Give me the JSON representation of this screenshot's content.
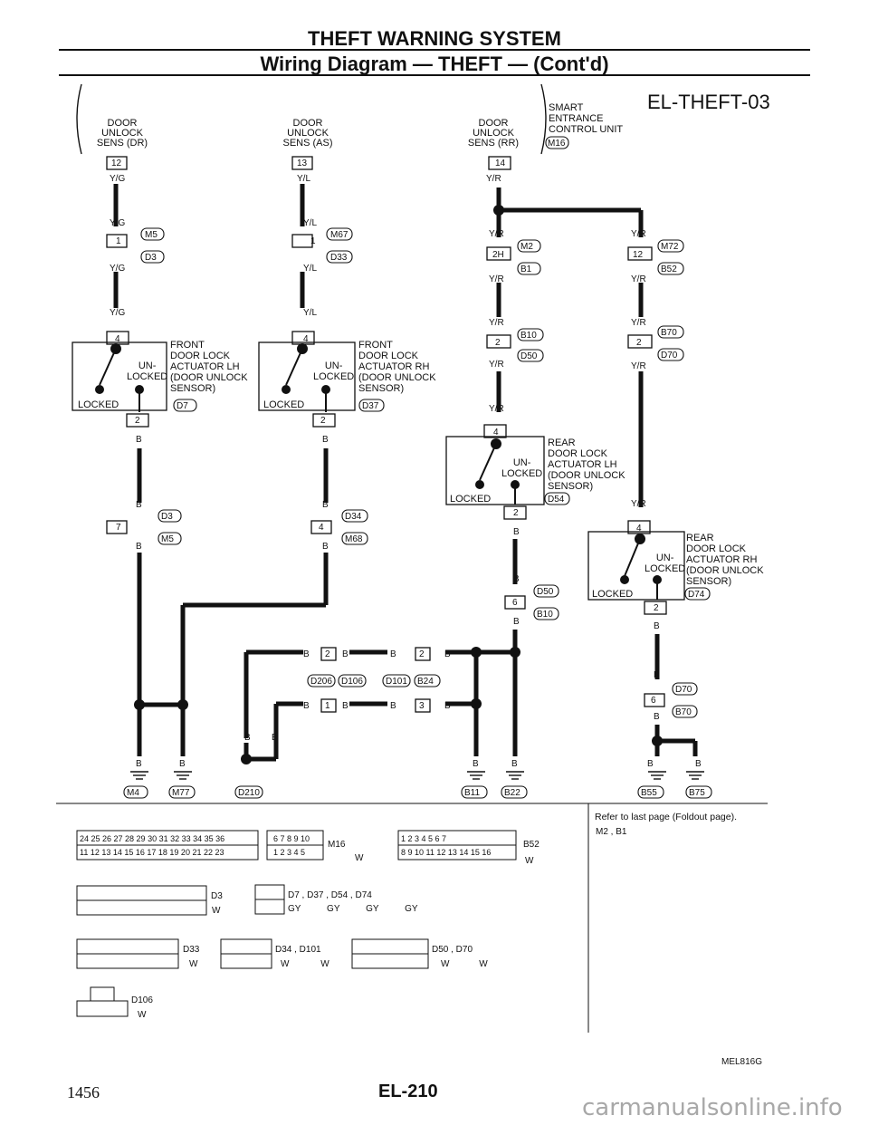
{
  "header": {
    "title": "THEFT WARNING SYSTEM",
    "subtitle": "Wiring Diagram — THEFT — (Cont'd)"
  },
  "diagram_id": "EL-THEFT-03",
  "control_unit": {
    "name": "SMART\nENTRANCE\nCONTROL UNIT",
    "connector": "M16"
  },
  "unit_terminals": [
    {
      "label": "DOOR\nUNLOCK\nSENS (DR)",
      "pin": "12",
      "wire": "Y/G"
    },
    {
      "label": "DOOR\nUNLOCK\nSENS (AS)",
      "pin": "13",
      "wire": "Y/L"
    },
    {
      "label": "DOOR\nUNLOCK\nSENS (RR)",
      "pin": "14",
      "wire": "Y/R"
    }
  ],
  "connectors": {
    "m5": "M5",
    "d3": "D3",
    "m67": "M67",
    "d33": "D33",
    "m2": "M2",
    "b1": "B1",
    "m72": "M72",
    "b52": "B52",
    "b10": "B10",
    "d50": "D50",
    "b70": "B70",
    "d70": "D70",
    "d7": "D7",
    "d37": "D37",
    "d54": "D54",
    "d74": "D74",
    "d34": "D34",
    "m68": "M68",
    "d206": "D206",
    "d106": "D106",
    "d101": "D101",
    "b24": "B24"
  },
  "pins": {
    "p1": "1",
    "p2": "2",
    "p2h": "2H",
    "p3": "3",
    "p4": "4",
    "p6": "6",
    "p7": "7",
    "p12": "12"
  },
  "wires": {
    "yg": "Y/G",
    "yl": "Y/L",
    "yr": "Y/R",
    "b": "B"
  },
  "actuators": [
    {
      "name": "FRONT\nDOOR LOCK\nACTUATOR LH\n(DOOR UNLOCK\nSENSOR)",
      "connector": "D7"
    },
    {
      "name": "FRONT\nDOOR LOCK\nACTUATOR RH\n(DOOR UNLOCK\nSENSOR)",
      "connector": "D37"
    },
    {
      "name": "REAR\nDOOR LOCK\nACTUATOR LH\n(DOOR UNLOCK\nSENSOR)",
      "connector": "D54"
    },
    {
      "name": "REAR\nDOOR LOCK\nACTUATOR RH\n(DOOR UNLOCK\nSENSOR)",
      "connector": "D74"
    }
  ],
  "switch_text": {
    "unlocked": "UN-\nLOCKED",
    "locked": "LOCKED"
  },
  "grounds": [
    "M4",
    "M77",
    "D210",
    "B11",
    "B22",
    "B55",
    "B75"
  ],
  "connector_views": {
    "m16_top": "24 25 26 27 28 29 30 31 32 33 34 35 36",
    "m16_bot": "11 12 13 14 15 16 17 18 19 20 21 22 23",
    "m16_r_top": "6 7 8 9 10",
    "m16_r_bot": "1 2 3 4 5",
    "b52_top": "1 2 3 4 5 6 7",
    "b52_bot": "8 9 10 11 12 13 14 15 16",
    "w": "W",
    "gy": "GY",
    "refer": "Refer to last page (Foldout page).",
    "refer_conns": "M2 , B1",
    "d7_group": "D7 , D37 , D54 , D74",
    "d34_group": "D34 , D101",
    "d50_group": "D50 , D70"
  },
  "footer": {
    "page_number": "1456",
    "section": "EL-210",
    "ref_code": "MEL816G",
    "watermark": "carmanualsonline.info"
  }
}
